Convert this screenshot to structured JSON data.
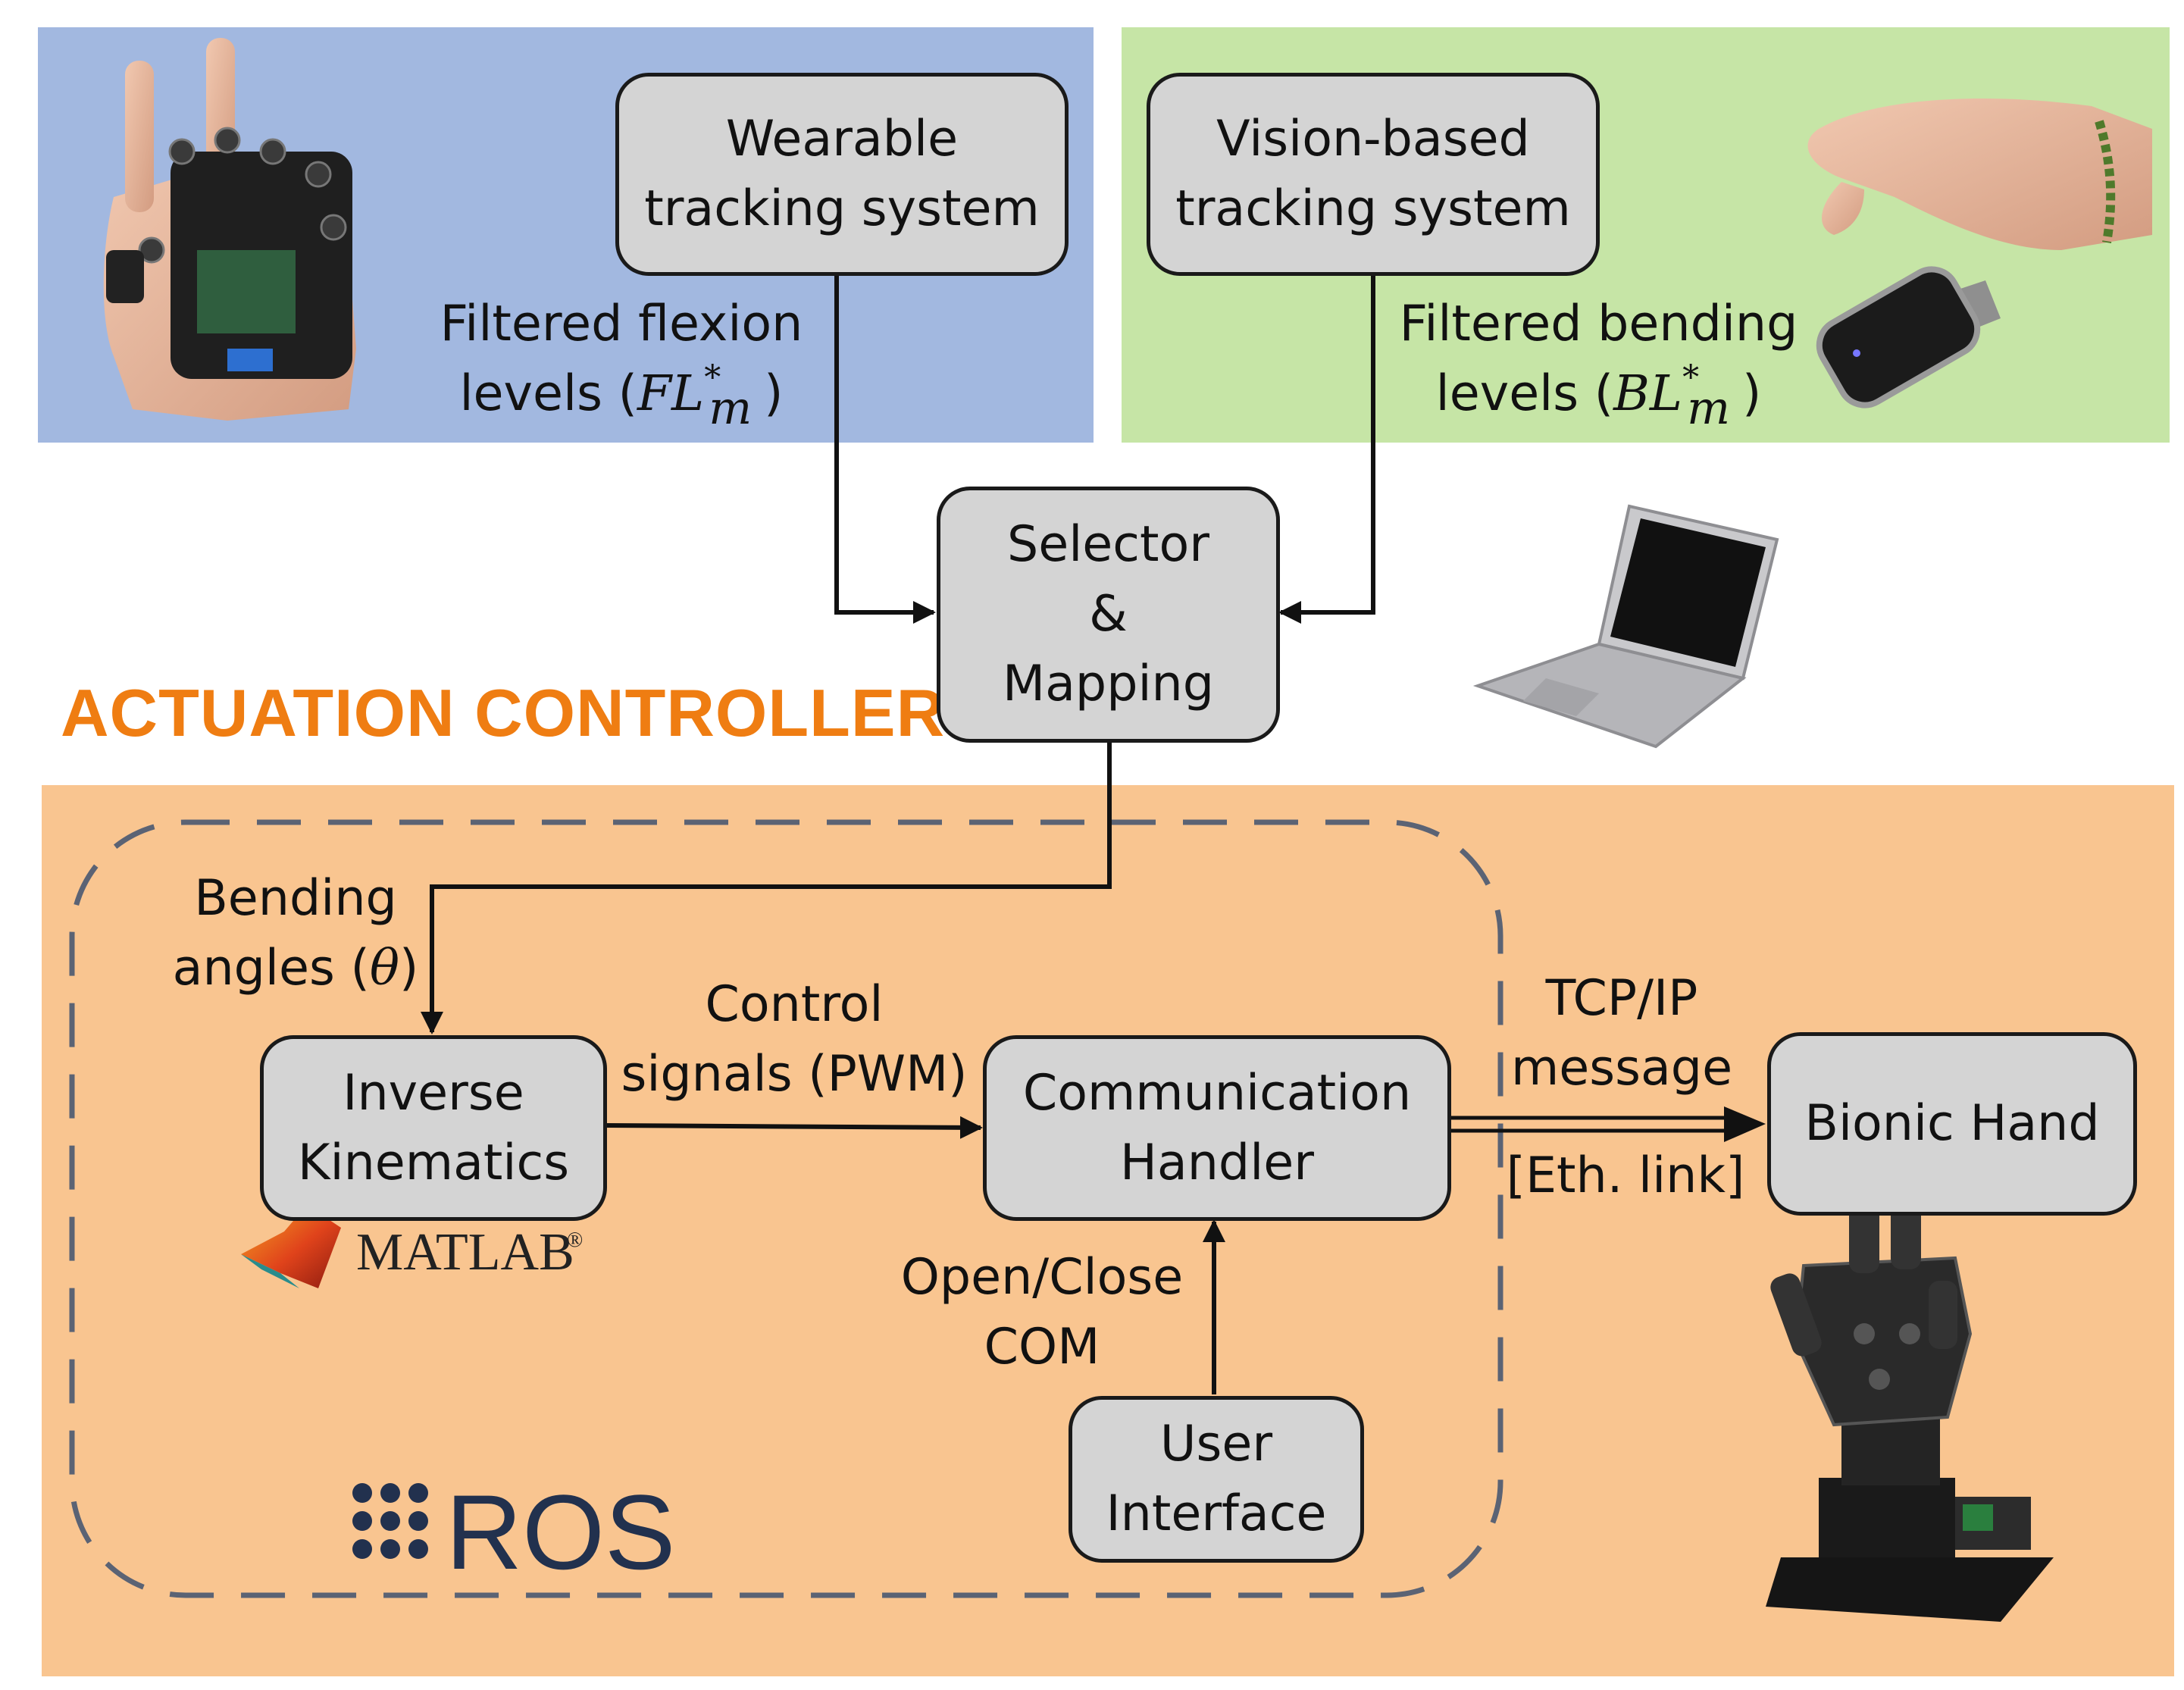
{
  "colors": {
    "wearable_panel": "#a2b8e0",
    "vision_panel": "#c6e5a6",
    "controller_panel": "#f9c590",
    "box_fill": "#d4d4d4",
    "controller_title": "#ef7d12",
    "ros_dashed_border": "#5b6374",
    "ros_logo": "#22314e"
  },
  "blocks": {
    "wearable": [
      "Wearable",
      "tracking system"
    ],
    "vision": [
      "Vision-based",
      "tracking system"
    ],
    "selector": [
      "Selector",
      "&",
      "Mapping"
    ],
    "inverse": [
      "Inverse",
      "Kinematics"
    ],
    "communication": [
      "Communication",
      "Handler"
    ],
    "user": [
      "User",
      "Interface"
    ],
    "bionic": [
      "Bionic Hand"
    ]
  },
  "labels": {
    "flexion_line1": "Filtered flexion",
    "flexion_levels": "levels (",
    "flexion_symbol": "FL",
    "bending_line1": "Filtered bending",
    "bending_levels": "levels (",
    "bending_symbol": "BL",
    "symbol_sub": "m",
    "symbol_sup": "*",
    "close_paren": ")",
    "angles_line1": "Bending",
    "angles_prefix": "angles (",
    "angles_symbol": "θ",
    "control": [
      "Control",
      "signals (PWM)"
    ],
    "tcp": [
      "TCP/IP",
      "message"
    ],
    "eth": "[Eth. link]",
    "open_close": [
      "Open/Close",
      "COM"
    ]
  },
  "controller_title": "ACTUATION CONTROLLER",
  "logos": {
    "matlab": "MATLAB",
    "matlab_mark": "®",
    "ros": "ROS"
  }
}
